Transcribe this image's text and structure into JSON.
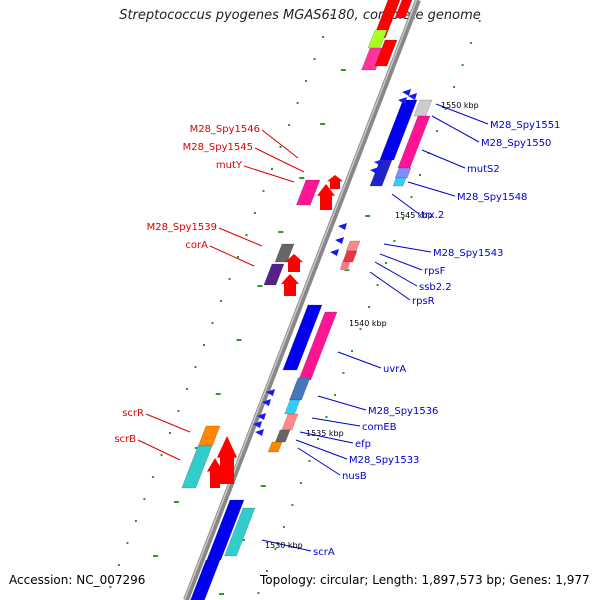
{
  "title": "Streptococcus pyogenes MGAS6180, complete genome",
  "footer": {
    "accession": "Accession: NC_007296",
    "summary": "Topology: circular; Length: 1,897,573 bp; Genes: 1,977"
  },
  "scale_labels": [
    "1550 kbp",
    "1545 kbp",
    "1540 kbp",
    "1535 kbp",
    "1530 kbp"
  ],
  "colors": {
    "left_label": "#dd0000",
    "right_label": "#0000cc",
    "backbone": "#888888"
  },
  "left_labels": [
    "M28_Spy1546",
    "M28_Spy1545",
    "mutY",
    "M28_Spy1539",
    "corA",
    "scrR",
    "scrB"
  ],
  "right_labels": [
    "M28_Spy1551",
    "M28_Spy1550",
    "mutS2",
    "M28_Spy1548",
    "trx.2",
    "M28_Spy1543",
    "rpsF",
    "ssb2.2",
    "rpsR",
    "uvrA",
    "M28_Spy1536",
    "comEB",
    "efp",
    "M28_Spy1533",
    "nusB",
    "scrA"
  ]
}
